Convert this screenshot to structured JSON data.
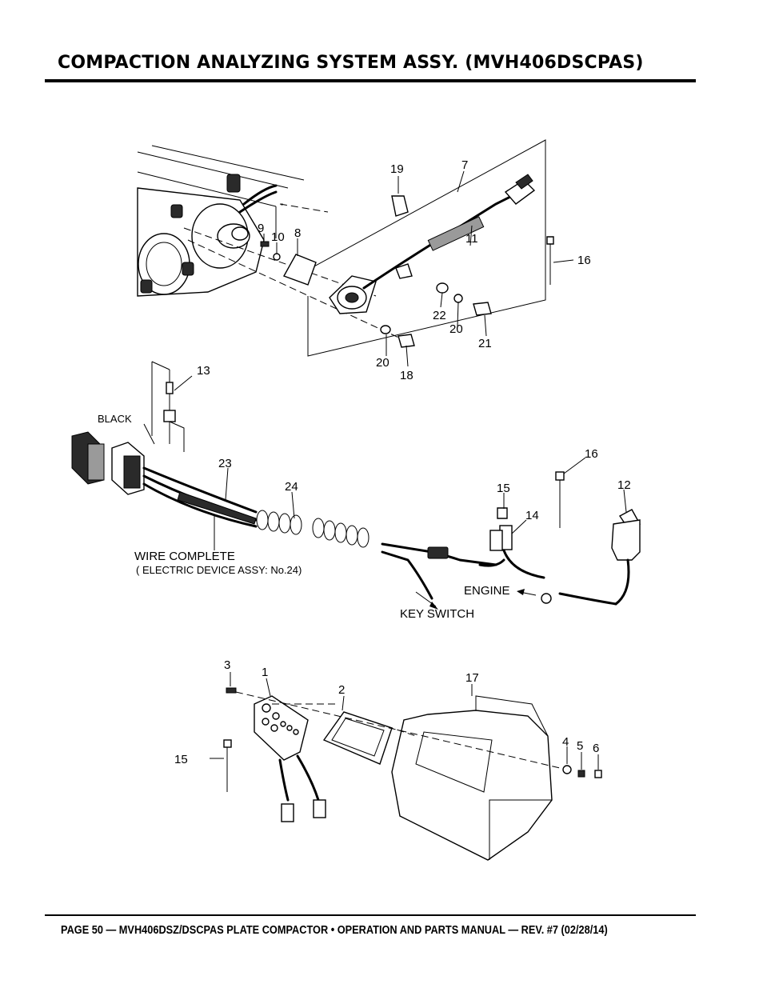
{
  "title": "COMPACTION ANALYZING SYSTEM ASSY. (MVH406DSCPAS)",
  "footer": "PAGE 50 — MVH406DSZ/DSCPAS PLATE COMPACTOR • OPERATION AND PARTS MANUAL — REV. #7 (02/28/14)",
  "diagram": {
    "callouts_top": [
      "19",
      "7",
      "9",
      "10",
      "8",
      "11",
      "16",
      "22",
      "20",
      "21",
      "20",
      "18"
    ],
    "callouts_middle": [
      "13",
      "23",
      "24",
      "16",
      "15",
      "14",
      "12"
    ],
    "labels_middle": {
      "black": "BLACK",
      "wire_complete": "WIRE COMPLETE",
      "wire_complete_note": "( ELECTRIC DEVICE ASSY: No.24)",
      "engine": "ENGINE",
      "key_switch": "KEY SWITCH"
    },
    "callouts_bottom": [
      "3",
      "1",
      "2",
      "17",
      "15",
      "4",
      "5",
      "6"
    ]
  }
}
